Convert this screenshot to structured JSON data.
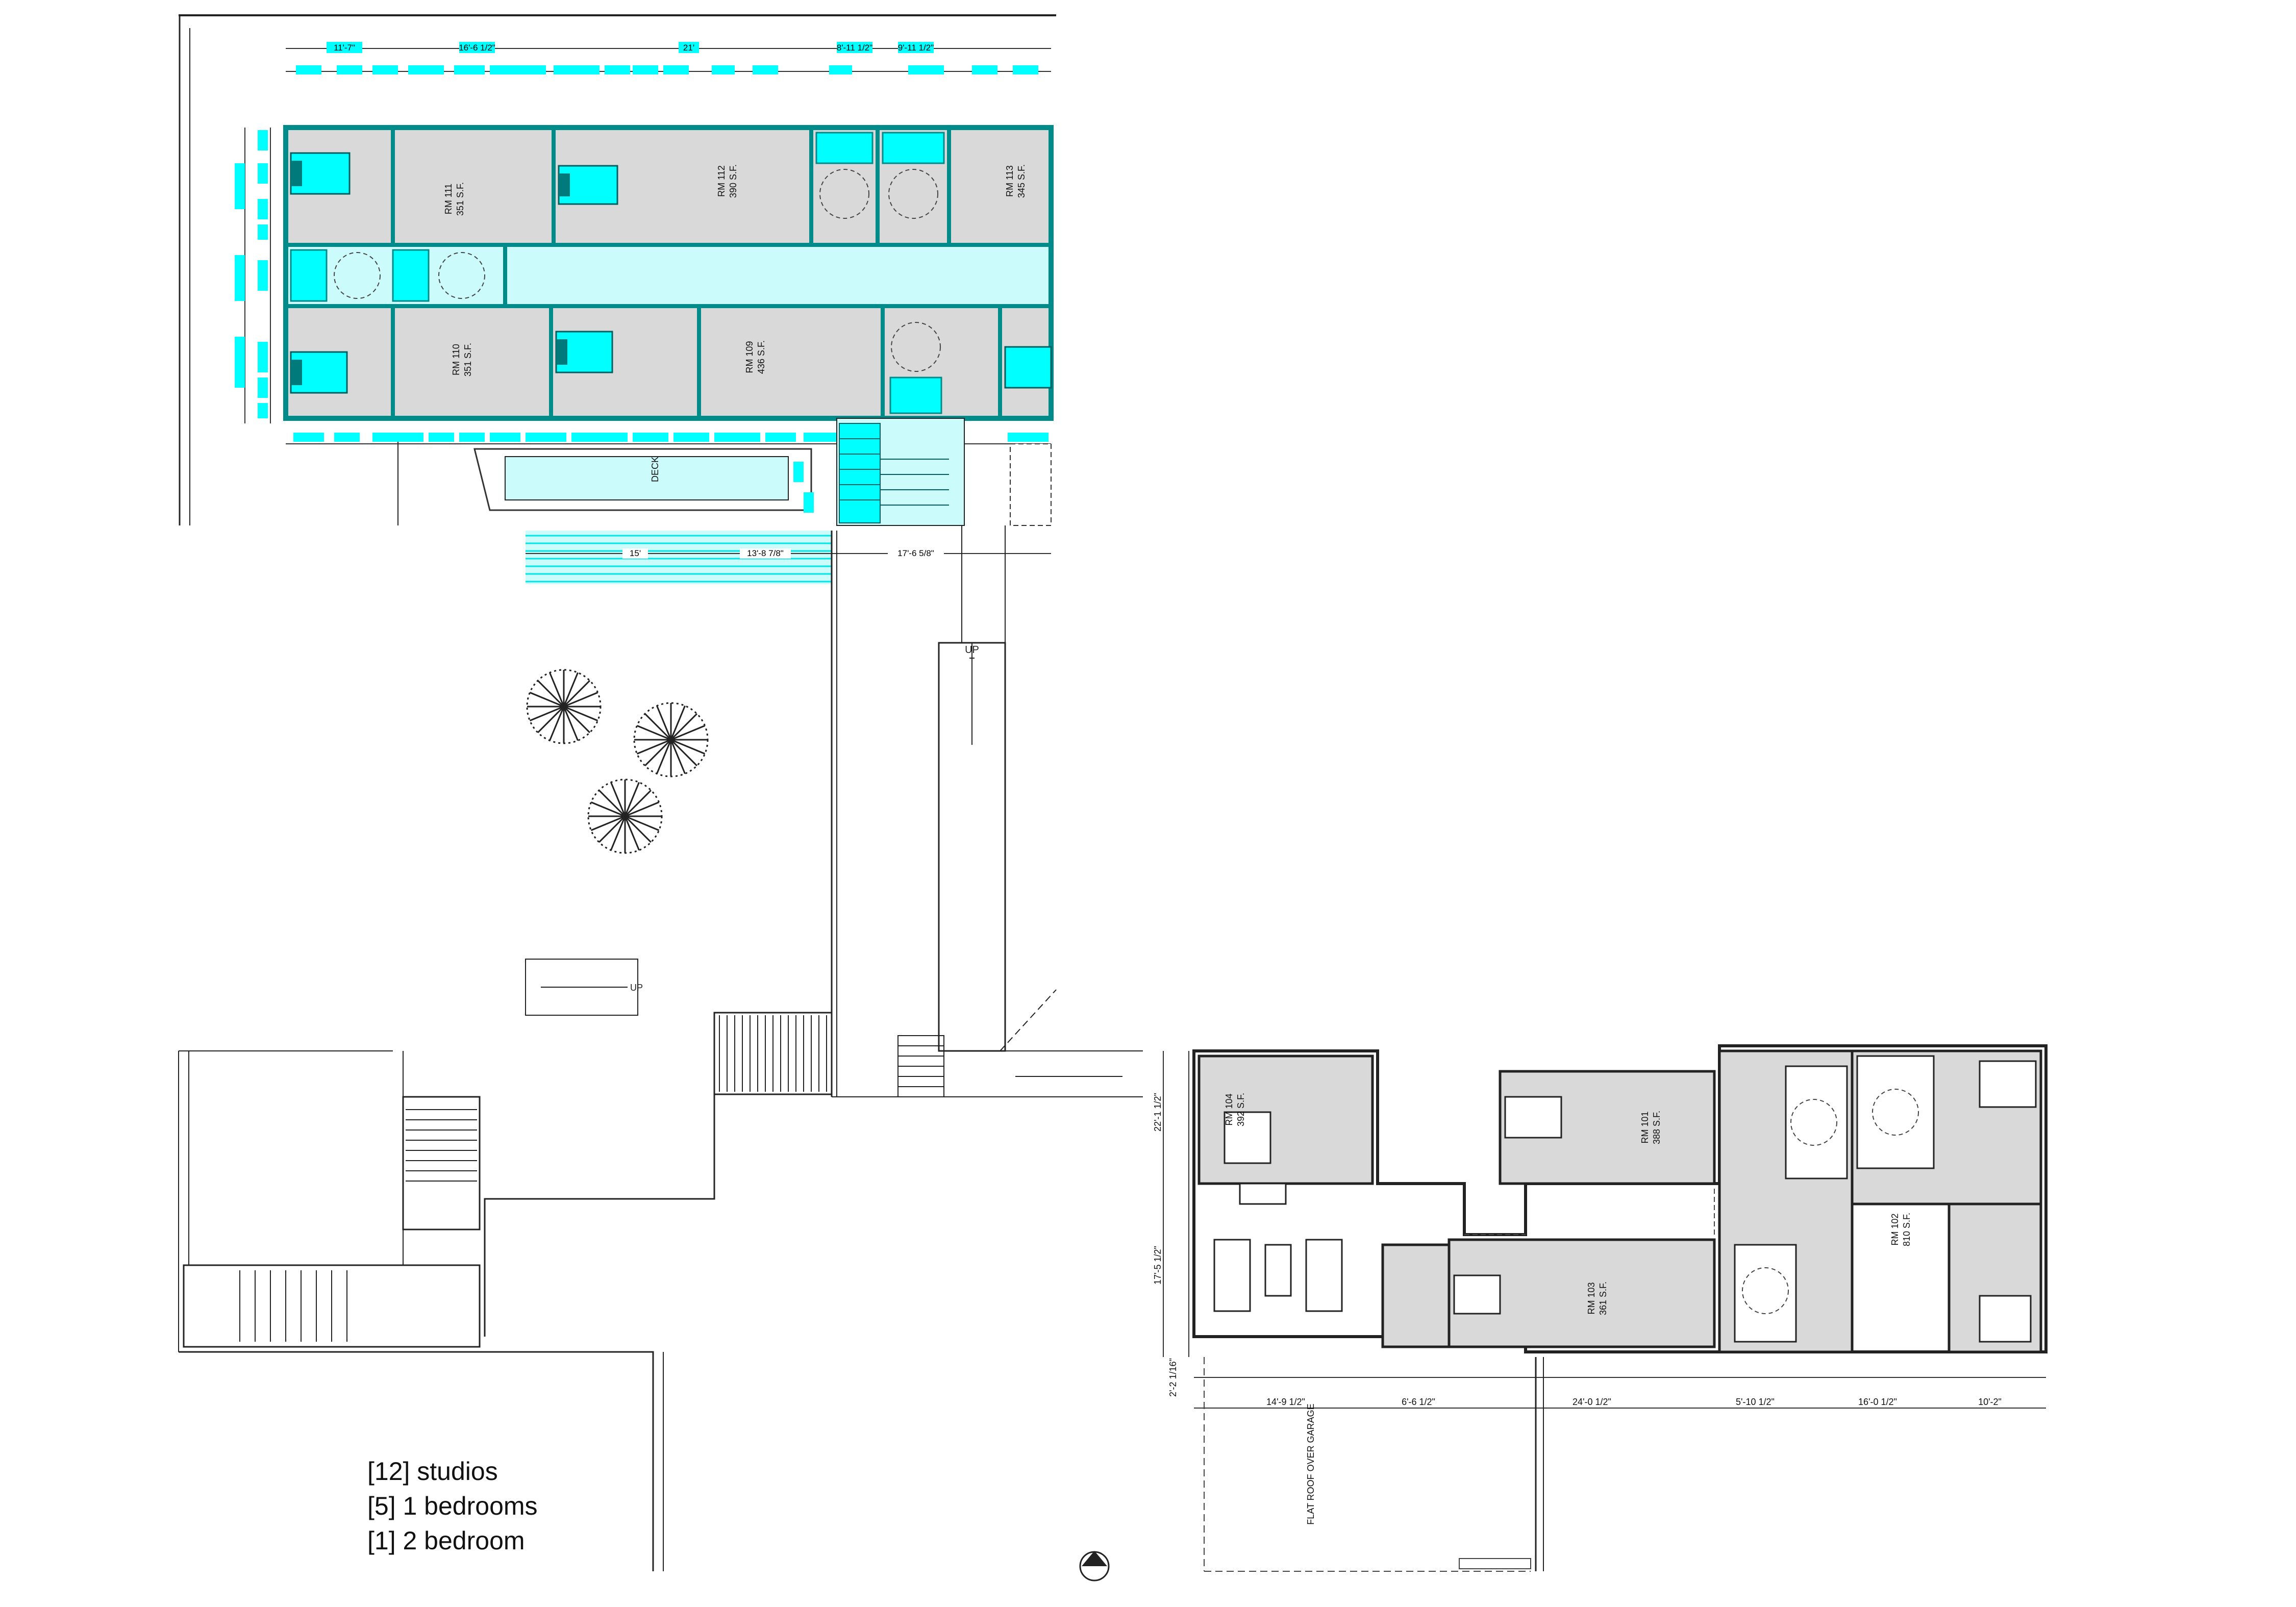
{
  "colors": {
    "cyan": "#00ffff",
    "room_gray": "#d9d9d9",
    "corridor": "#ccfbfb",
    "wall": "#008b8b",
    "line": "#1a1a1a"
  },
  "upper_plan": {
    "rooms": [
      {
        "name": "RM 111",
        "area": "351 S.F."
      },
      {
        "name": "RM 112",
        "area": "390 S.F."
      },
      {
        "name": "RM 113",
        "area": "345 S.F."
      },
      {
        "name": "RM 110",
        "area": "351 S.F."
      },
      {
        "name": "RM 109",
        "area": "436 S.F."
      }
    ],
    "top_dims": [
      "11'-7\"",
      "16'-6 1/2\"",
      "21'",
      "8'-11 1/2\"",
      "9'-11 1/2\""
    ],
    "deck_label": "DECK",
    "bottom_dims": [
      "15'",
      "13'-8 7/8\"",
      "17'-6 5/8\""
    ],
    "stair_label": "UP"
  },
  "lower_plan": {
    "rooms": [
      {
        "name": "RM 104",
        "area": "392 S.F."
      },
      {
        "name": "RM 101",
        "area": "388 S.F."
      },
      {
        "name": "RM 102",
        "area": "810 S.F."
      },
      {
        "name": "RM 103",
        "area": "361 S.F."
      }
    ],
    "left_dims": [
      "22'-1 1/2\"",
      "17'-5 1/2\"",
      "2'-2 1/16\""
    ],
    "bottom_dims": [
      "14'-9 1/2\"",
      "6'-6 1/2\"",
      "24'-0 1/2\"",
      "5'-10 1/2\"",
      "16'-0 1/2\"",
      "10'-2\""
    ],
    "roof_label": "FLAT ROOF OVER GARAGE"
  },
  "legend": [
    "[12] studios",
    "[5] 1 bedrooms",
    "[1] 2 bedroom"
  ]
}
